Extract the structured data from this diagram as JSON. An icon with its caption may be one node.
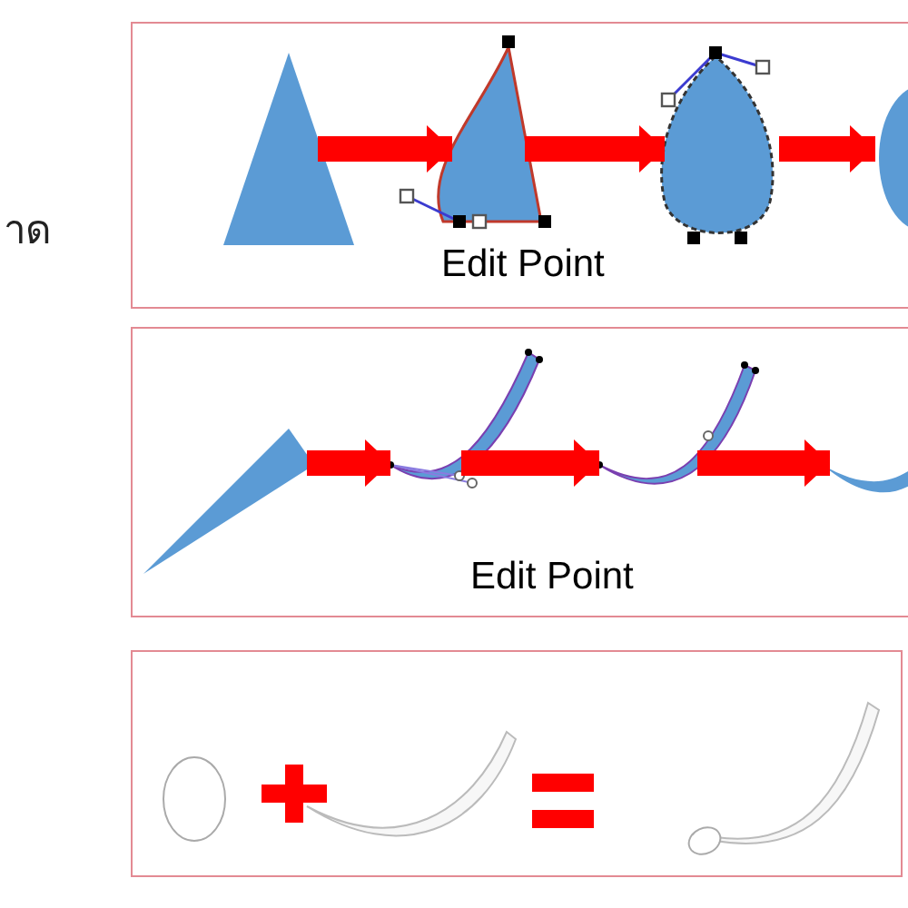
{
  "diagram": {
    "nodes": [
      {
        "text": [
          "Edit Point"
        ]
      },
      {
        "text": [],
        "shape": "triangle",
        "in": 0
      },
      {
        "text": [],
        "shape": "picture",
        "in": 0
      },
      {
        "text": [],
        "shape": "picture",
        "in": 0
      },
      {
        "text": [],
        "shape": "ellipse",
        "in": 0
      },
      {
        "text": [
          "Edit Point"
        ]
      },
      {
        "text": [],
        "shape": "triangle",
        "in": 5
      },
      {
        "text": [],
        "shape": "picture",
        "in": 5
      },
      {
        "text": [],
        "shape": "picture",
        "in": 5
      },
      {
        "text": [],
        "shape": "picture",
        "in": 5
      },
      {
        "text": [],
        "shape": "box"
      },
      {
        "text": [],
        "shape": "ellipse",
        "in": 10
      },
      {
        "text": [],
        "shape": "picture",
        "in": 10
      },
      {
        "text": [],
        "shape": "picture",
        "in": 10
      }
    ],
    "edges": [
      {
        "from": 1,
        "to": 2,
        "arrow": "to"
      },
      {
        "from": 2,
        "to": 3,
        "arrow": "to"
      },
      {
        "from": 3,
        "to": 4,
        "arrow": "to"
      },
      {
        "from": 6,
        "to": 7,
        "arrow": "to"
      },
      {
        "from": 7,
        "to": 8,
        "arrow": "to"
      },
      {
        "from": 8,
        "to": 9,
        "arrow": "to"
      }
    ],
    "labels": [
      "าด"
    ]
  }
}
